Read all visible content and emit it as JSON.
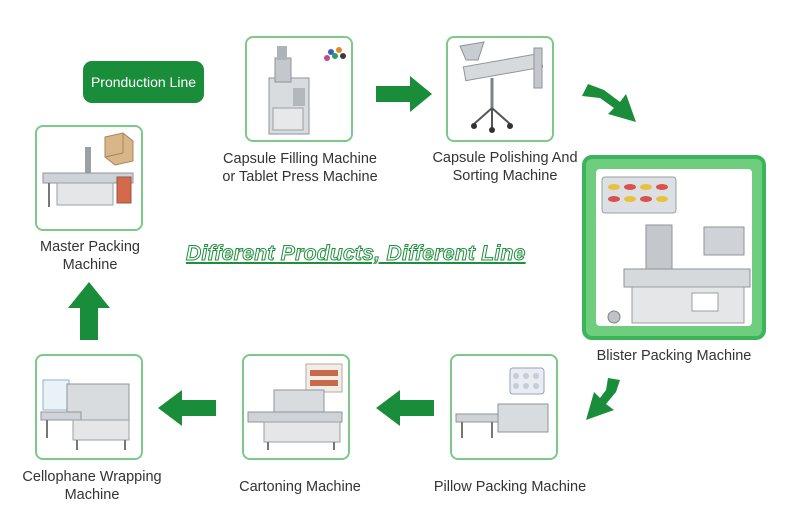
{
  "badge": "Pronduction Line",
  "slogan": "Different Products, Different Line",
  "machines": {
    "capsule_filling": {
      "line1": "Capsule Filling Machine",
      "line2": "or Tablet Press Machine"
    },
    "capsule_polishing": {
      "line1": "Capsule Polishing And",
      "line2": "Sorting Machine"
    },
    "blister_packing": {
      "line1": "Blister Packing Machine"
    },
    "pillow_packing": {
      "line1": "Pillow Packing Machine"
    },
    "cartoning": {
      "line1": "Cartoning Machine"
    },
    "cellophane_wrapping": {
      "line1": "Cellophane Wrapping",
      "line2": "Machine"
    },
    "master_packing": {
      "line1": "Master Packing",
      "line2": "Machine"
    }
  },
  "colors": {
    "accent": "#1a8d3a",
    "card_border": "#7cc98a",
    "highlight": "#3cb55a"
  }
}
